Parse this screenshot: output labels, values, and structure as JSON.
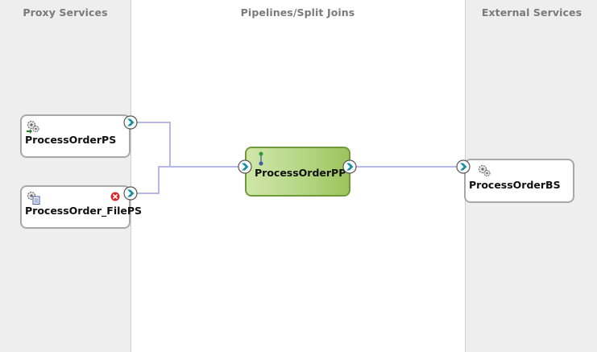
{
  "lanes": {
    "proxy_title": "Proxy Services",
    "pipelines_title": "Pipelines/Split Joins",
    "external_title": "External Services"
  },
  "nodes": {
    "proxy1": {
      "label": "ProcessOrderPS",
      "icon": "gear-service-icon"
    },
    "proxy2": {
      "label": "ProcessOrder_FilePS",
      "icon": "gear-file-service-icon",
      "status_icon": "error-icon"
    },
    "pipeline": {
      "label": "ProcessOrderPP",
      "icon": "pipeline-flow-icon"
    },
    "business": {
      "label": "ProcessOrderBS",
      "icon": "gear-service-icon"
    }
  },
  "colors": {
    "lane_bg": "#eeeeee",
    "pipeline_green": "#b8d889",
    "wire": "#b8b8e6",
    "port_teal": "#1b8fa0",
    "error_red": "#d32a2a"
  }
}
